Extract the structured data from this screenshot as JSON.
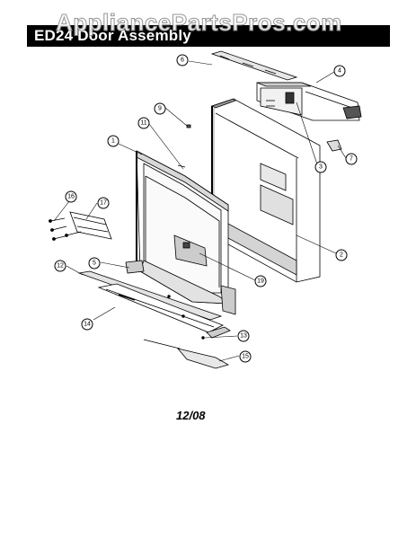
{
  "watermark": "AppliancePartsPros.com",
  "title": "ED24 Door Assembly",
  "footer_date": "12/08",
  "callouts": [
    "1",
    "2",
    "3",
    "4",
    "5",
    "6",
    "7",
    "9",
    "11",
    "12",
    "13",
    "14",
    "15",
    "16",
    "17",
    "19"
  ]
}
